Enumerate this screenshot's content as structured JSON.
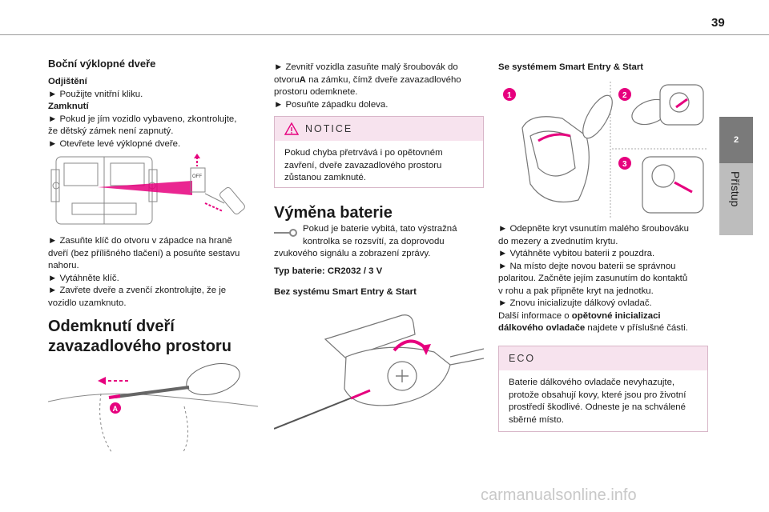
{
  "page_number": "39",
  "chapter_tab": "2",
  "chapter_label": "Přístup",
  "col1": {
    "title": "Boční výklopné dveře",
    "unlock_title": "Odjištění",
    "unlock_line": "► Použijte vnitřní kliku.",
    "lock_title": "Zamknutí",
    "lock_line1": "► Pokud je jím vozidlo vybaveno, zkontrolujte,",
    "lock_line2": "že dětský zámek není zapnutý.",
    "lock_line3": "► Otevřete levé výklopné dveře.",
    "key_line1": "► Zasuňte klíč do otvoru v západce na hraně",
    "key_line2": "dveří (bez přílišného tlačení) a posuňte sestavu",
    "key_line3": "nahoru.",
    "key_line4": "► Vytáhněte klíč.",
    "key_line5": "► Zavřete dveře a zvenčí zkontrolujte, že je",
    "key_line6": "vozidlo uzamknuto.",
    "section_title_1": "Odemknutí dveří",
    "section_title_2": "zavazadlového prostoru",
    "label_a": "A",
    "label_off": "OFF"
  },
  "col2": {
    "line1": "► Zevnitř vozidla zasuňte malý šroubovák do",
    "line2_pre": "otvoru",
    "line2_bold": "A",
    "line2_post": " na zámku, čímž dveře zavazadlového",
    "line3": "prostoru odemknete.",
    "line4": "► Posuňte západku doleva.",
    "notice_title": "NOTICE",
    "notice_line1": "Pokud chyba přetrvává i po opětovném",
    "notice_line2": "zavření, dveře zavazadlového prostoru",
    "notice_line3": "zůstanou zamknuté.",
    "battery_title": "Výměna baterie",
    "battery_line1": "Pokud je baterie vybitá, tato výstražná",
    "battery_line2": "kontrolka se rozsvítí, za doprovodu",
    "battery_line3": "zvukového signálu a zobrazení zprávy.",
    "battery_type": "Typ baterie: CR2032 / 3 V",
    "no_smart_entry": "Bez systému Smart Entry & Start"
  },
  "col3": {
    "smart_entry": "Se systémem Smart Entry & Start",
    "step1": "1",
    "step2": "2",
    "step3": "3",
    "line1": "► Odepněte kryt vsunutím malého šroubováku",
    "line2": "do mezery a zvednutím krytu.",
    "line3": "► Vytáhněte vybitou baterii z pouzdra.",
    "line4": "► Na místo dejte novou baterii se správnou",
    "line5": "polaritou. Začněte jejím zasunutím do kontaktů",
    "line6": "v rohu a pak připněte kryt na jednotku.",
    "line7": "► Znovu inicializujte dálkový ovladač.",
    "line8_pre": "Další informace o ",
    "line8_bold": "opětovné inicializaci",
    "line9_bold": "dálkového ovladače",
    "line9_post": " najdete v příslušné části.",
    "eco_title": "ECO",
    "eco_line1": "Baterie dálkového ovladače nevyhazujte,",
    "eco_line2": "protože obsahují kovy, které jsou pro životní",
    "eco_line3": "prostředí škodlivé. Odneste je na schválené",
    "eco_line4": "sběrné místo."
  },
  "watermark": "carmanualsonline.info",
  "colors": {
    "accent": "#e6007e",
    "notice_bg": "#f7e3ee",
    "tab_dark": "#7a7a7a",
    "tab_light": "#bdbdbd"
  }
}
